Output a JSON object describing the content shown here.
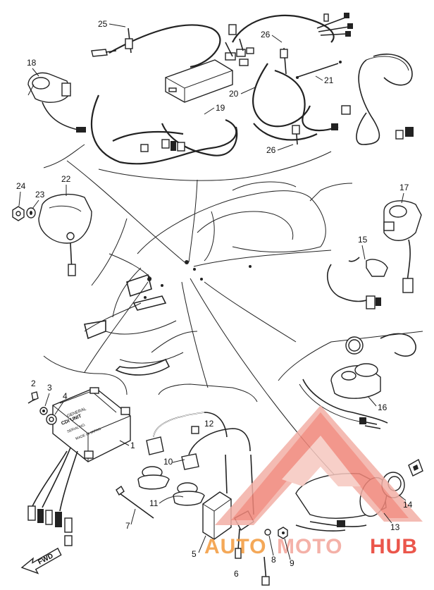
{
  "callouts": {
    "c1": "1",
    "c2": "2",
    "c3": "3",
    "c4": "4",
    "c5": "5",
    "c6": "6",
    "c7": "7",
    "c8": "8",
    "c9": "9",
    "c10": "10",
    "c11": "11",
    "c12": "12",
    "c13": "13",
    "c14": "14",
    "c15": "15",
    "c16": "16",
    "c17": "17",
    "c18": "18",
    "c19": "19",
    "c20": "20",
    "c21": "21",
    "c22": "22",
    "c23": "23",
    "c24": "24",
    "c25": "25",
    "c26a": "26",
    "c26b": "26"
  },
  "cdi_label": {
    "line1": "GENERAL",
    "line2": "CDI UNIT",
    "line3": "SERIAL NO.",
    "line4": "MADE IN JAPAN"
  },
  "fwd_label": "FWD",
  "watermark": {
    "part1": "AUTO",
    "part2": "MOTO",
    "part3": "HUB",
    "colors": {
      "primary": "#e8392c",
      "light": "#f3a49a",
      "orange": "#f39a3c"
    }
  }
}
